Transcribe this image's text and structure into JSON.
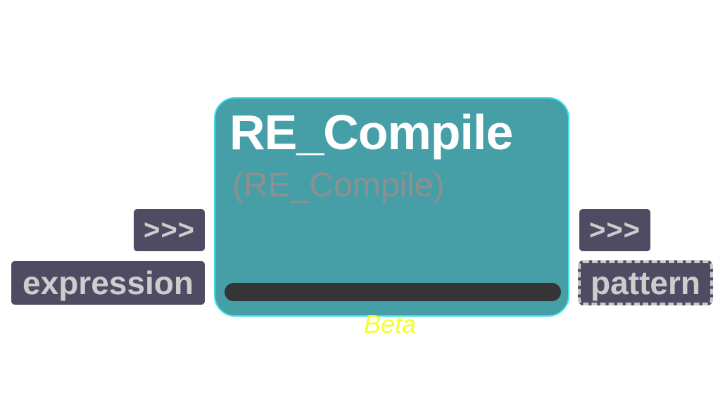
{
  "node": {
    "title": "RE_Compile",
    "subtitle": "(RE_Compile)",
    "badge": "Beta",
    "colors": {
      "body": "#469ea6",
      "border": "#3fe3e8",
      "title": "#ffffff",
      "subtitle": "#8f8f8f",
      "bar": "#353537",
      "badge": "#f2ff2e"
    }
  },
  "inputs": {
    "exec_label": ">>>",
    "param_label": "expression"
  },
  "outputs": {
    "exec_label": ">>>",
    "param_label": "pattern"
  },
  "pin_colors": {
    "background": "#4d4c62",
    "text": "#cdcdcd",
    "dashed_border": "#c8c8c8"
  }
}
